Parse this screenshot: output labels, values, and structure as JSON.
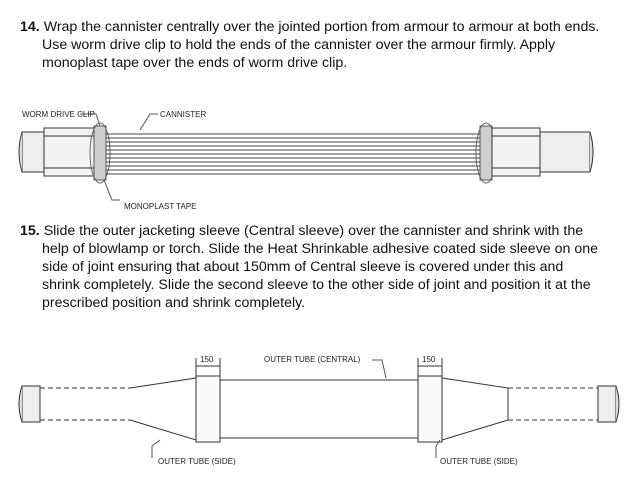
{
  "steps": [
    {
      "number": "14.",
      "lines": [
        "Wrap the cannister centrally over the jointed portion from armour to armour at both ends.",
        "Use worm drive clip to hold the ends of the cannister over the armour firmly. Apply",
        "monoplast tape over the ends of worm drive clip."
      ]
    },
    {
      "number": "15.",
      "lines": [
        "Slide the outer jacketing sleeve (Central sleeve) over the cannister and shrink with the",
        "help of blowlamp or torch. Slide the Heat Shrinkable adhesive coated side sleeve on one",
        "side of joint ensuring that about 150mm of Central sleeve is covered under this and",
        "shrink completely. Slide the second sleeve to the other side of joint and position it at the",
        "prescribed position and shrink completely."
      ]
    }
  ],
  "figure1": {
    "label_clip": "WORM DRIVE CLIP",
    "label_cannister": "CANNISTER",
    "label_tape": "MONOPLAST TAPE"
  },
  "figure2": {
    "label_central": "OUTER TUBE (CENTRAL)",
    "label_side_left": "OUTER TUBE (SIDE)",
    "label_side_right": "OUTER TUBE (SIDE)",
    "dim_left": "150",
    "dim_right": "150"
  }
}
